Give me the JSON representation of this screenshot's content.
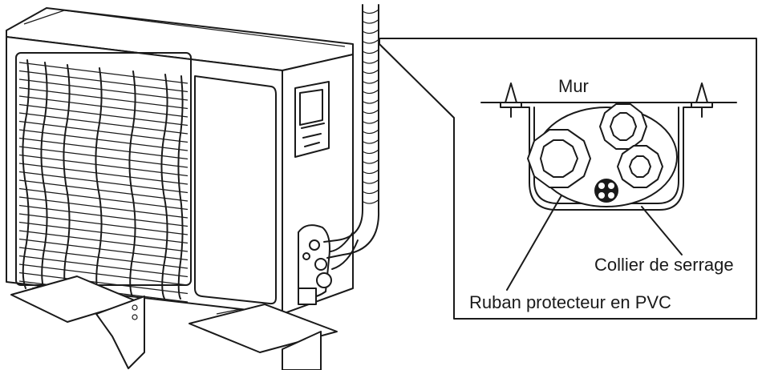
{
  "labels": {
    "wall": "Mur",
    "collar": "Collier de serrage",
    "tape": "Ruban protecteur en PVC"
  },
  "icons": {
    "outdoor_unit": "outdoor-ac-unit-icon",
    "piping": "refrigerant-pipe-bundle-icon"
  },
  "colors": {
    "line": "#1a1a1a",
    "background": "#ffffff"
  }
}
